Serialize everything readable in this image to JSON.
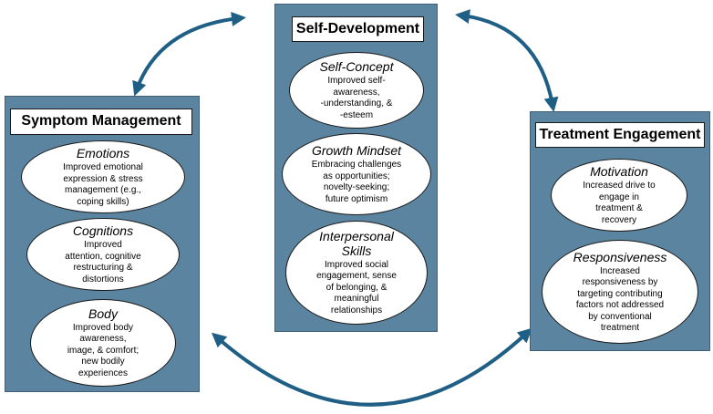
{
  "colors": {
    "panel": "#5b84a1",
    "arrow": "#1f5f85",
    "ellipse": "#ffffff"
  },
  "panels": {
    "symptom": {
      "title": "Symptom Management",
      "items": [
        {
          "heading": "Emotions",
          "text": "Improved emotional\nexpression & stress\nmanagement (e.g.,\ncoping skills)"
        },
        {
          "heading": "Cognitions",
          "text": "Improved\nattention, cognitive\nrestructuring &\ndistortions"
        },
        {
          "heading": "Body",
          "text": "Improved body\nawareness,\nimage, & comfort;\nnew bodily\nexperiences"
        }
      ]
    },
    "self_development": {
      "title": "Self-Development",
      "items": [
        {
          "heading": "Self-Concept",
          "text": "Improved self-\nawareness,\n-understanding, &\n-esteem"
        },
        {
          "heading": "Growth Mindset",
          "text": "Embracing challenges\nas opportunities;\nnovelty-seeking;\nfuture optimism"
        },
        {
          "heading": "Interpersonal\nSkills",
          "text": "Improved social\nengagement, sense\nof belonging, &\nmeaningful\nrelationships"
        }
      ]
    },
    "treatment": {
      "title": "Treatment Engagement",
      "items": [
        {
          "heading": "Motivation",
          "text": "Increased drive to\nengage in\ntreatment &\nrecovery"
        },
        {
          "heading": "Responsiveness",
          "text": "Increased\nresponsiveness by\ntargeting contributing\nfactors not addressed\nby conventional\ntreatment"
        }
      ]
    }
  }
}
